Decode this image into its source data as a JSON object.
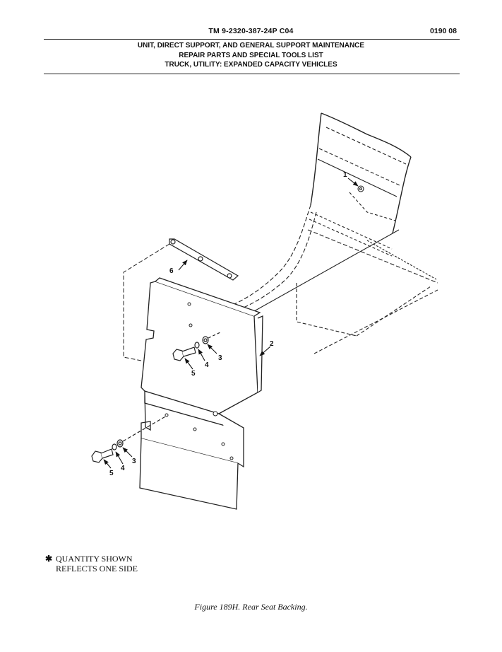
{
  "header": {
    "tm_number": "TM 9-2320-387-24P  C04",
    "page_number": "0190 08",
    "line1": "UNIT, DIRECT SUPPORT, AND GENERAL SUPPORT MAINTENANCE",
    "line2": "REPAIR PARTS AND SPECIAL TOOLS LIST",
    "line3": "TRUCK, UTILITY: EXPANDED CAPACITY VEHICLES"
  },
  "diagram": {
    "callouts": {
      "c1": "1",
      "c2": "2",
      "c3a": "3",
      "c3b": "3",
      "c4a": "4",
      "c4b": "4",
      "c5a": "5",
      "c5b": "5",
      "c6": "6"
    }
  },
  "note": {
    "symbol": "✱",
    "line1": "QUANTITY SHOWN",
    "line2": "REFLECTS ONE SIDE"
  },
  "caption": "Figure 189H.  Rear Seat Backing."
}
